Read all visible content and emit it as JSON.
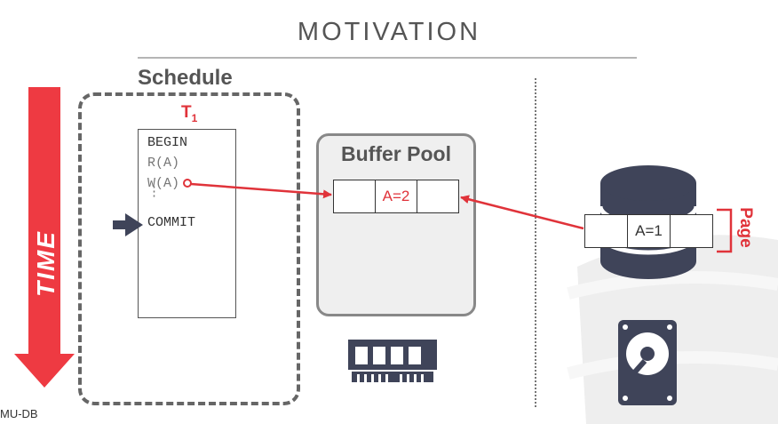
{
  "title": "MOTIVATION",
  "schedule": {
    "label": "Schedule",
    "txn": {
      "name": "T",
      "sub": "1"
    },
    "ops": {
      "begin": "BEGIN",
      "read": "R(A)",
      "write": "W(A)",
      "dots": "⋮",
      "commit": "COMMIT"
    }
  },
  "time_label": "TIME",
  "buffer_pool": {
    "label": "Buffer Pool",
    "slots": [
      "",
      "A=2",
      ""
    ]
  },
  "disk": {
    "slots": [
      "",
      "A=1",
      ""
    ],
    "page_label": "Page"
  },
  "footer": "MU-DB",
  "colors": {
    "accent": "#e0333a",
    "dark": "#3f4459",
    "gray": "#555555"
  },
  "icons": [
    "memory-chip-icon",
    "hard-drive-icon",
    "database-icon",
    "commit-pointer-icon"
  ]
}
